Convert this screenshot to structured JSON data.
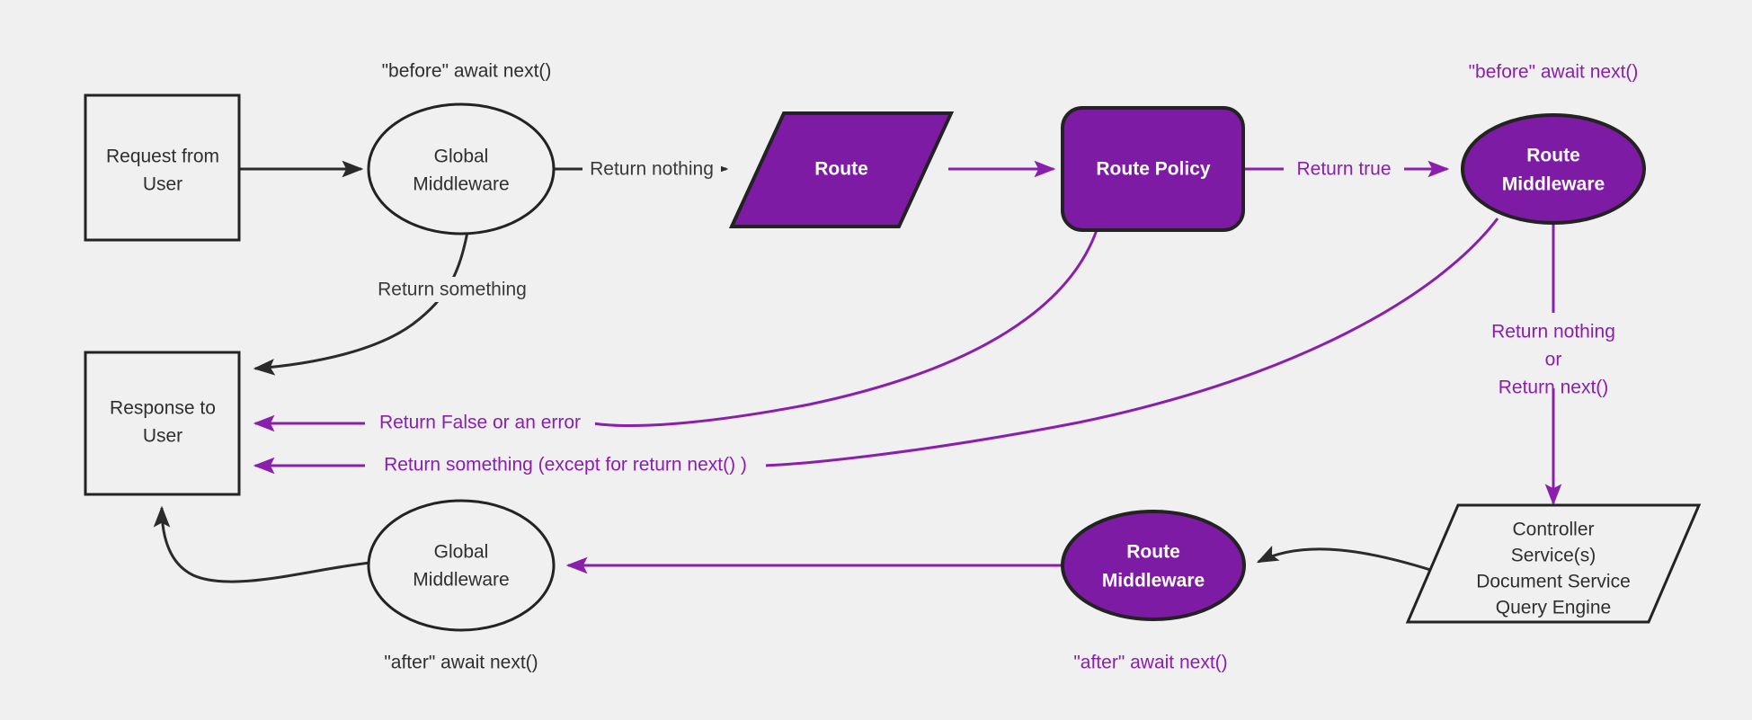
{
  "diagram": {
    "title": "Request / Middleware lifecycle flow",
    "background_color": "#f0f0f0",
    "accent_color": "#7e1ba4",
    "line_color_dark": "#2b2b2b",
    "line_color_purple": "#8a1fae"
  },
  "nodes": {
    "request_from_user": {
      "line1": "Request from",
      "line2": "User",
      "shape": "rectangle",
      "fill": "#f0f0f0"
    },
    "global_middleware_top": {
      "line1": "Global",
      "line2": "Middleware",
      "shape": "ellipse",
      "fill": "#f0f0f0"
    },
    "route": {
      "label": "Route",
      "shape": "parallelogram",
      "fill": "#7e1ba4"
    },
    "route_policy": {
      "label": "Route Policy",
      "shape": "rounded-rectangle",
      "fill": "#7e1ba4"
    },
    "route_middleware_top": {
      "line1": "Route",
      "line2": "Middleware",
      "shape": "ellipse",
      "fill": "#7e1ba4"
    },
    "controller": {
      "line1": "Controller",
      "line2": "Service(s)",
      "line3": "Document Service",
      "line4": "Query Engine",
      "shape": "parallelogram",
      "fill": "#f0f0f0"
    },
    "route_middleware_bottom": {
      "line1": "Route",
      "line2": "Middleware",
      "shape": "ellipse",
      "fill": "#7e1ba4"
    },
    "global_middleware_bottom": {
      "line1": "Global",
      "line2": "Middleware",
      "shape": "ellipse",
      "fill": "#f0f0f0"
    },
    "response_to_user": {
      "line1": "Response to",
      "line2": "User",
      "shape": "rectangle",
      "fill": "#f0f0f0"
    }
  },
  "annotations": {
    "before_await_next_global": "\"before\" await next()",
    "before_await_next_route": "\"before\" await next()",
    "after_await_next_global": "\"after\" await next()",
    "after_await_next_route": "\"after\" await next()"
  },
  "edge_labels": {
    "return_nothing": "Return nothing",
    "return_something": "Return something",
    "return_true": "Return true",
    "return_false_or_error": "Return False or an error",
    "return_something_except_next": "Return something (except for return next() )",
    "return_nothing_or_next_line1": "Return nothing",
    "return_nothing_or_next_line2": "or",
    "return_nothing_or_next_line3": "Return next()"
  }
}
